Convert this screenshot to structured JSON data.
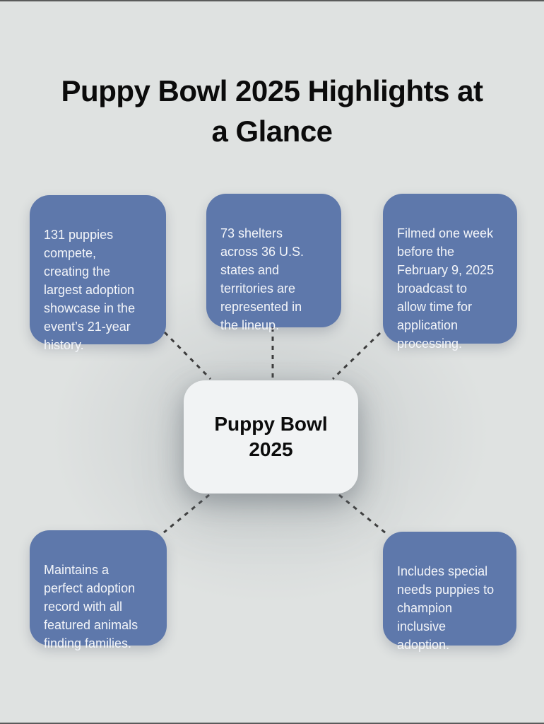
{
  "title": "Puppy Bowl 2025 Highlights at\na Glance",
  "center_node": {
    "label": "Puppy Bowl\n2025"
  },
  "nodes": [
    {
      "id": "puppies-count",
      "text": "131 puppies\ncompete,\ncreating the\nlargest adoption\nshowcase in the\nevent’s 21-year\nhistory."
    },
    {
      "id": "shelters",
      "text": "73 shelters\nacross 36 U.S.\nstates and\nterritories are\nrepresented in\nthe lineup."
    },
    {
      "id": "filming",
      "text": "Filmed one week\nbefore the\nFebruary 9, 2025\nbroadcast to\nallow time for\napplication\nprocessing."
    },
    {
      "id": "adoption-record",
      "text": "Maintains a\nperfect adoption\nrecord with all\nfeatured animals\nfinding families."
    },
    {
      "id": "special-needs",
      "text": "Includes special\nneeds puppies to\nchampion\ninclusive\nadoption."
    }
  ],
  "colors": {
    "background": "#dfe2e1",
    "fact_card_fill": "#5e78ab",
    "fact_card_text": "#f3f5f9",
    "center_fill": "#f1f3f4",
    "center_text": "#0c0c0c",
    "connector": "#3d3d3d",
    "title_text": "#0b0b0b"
  }
}
